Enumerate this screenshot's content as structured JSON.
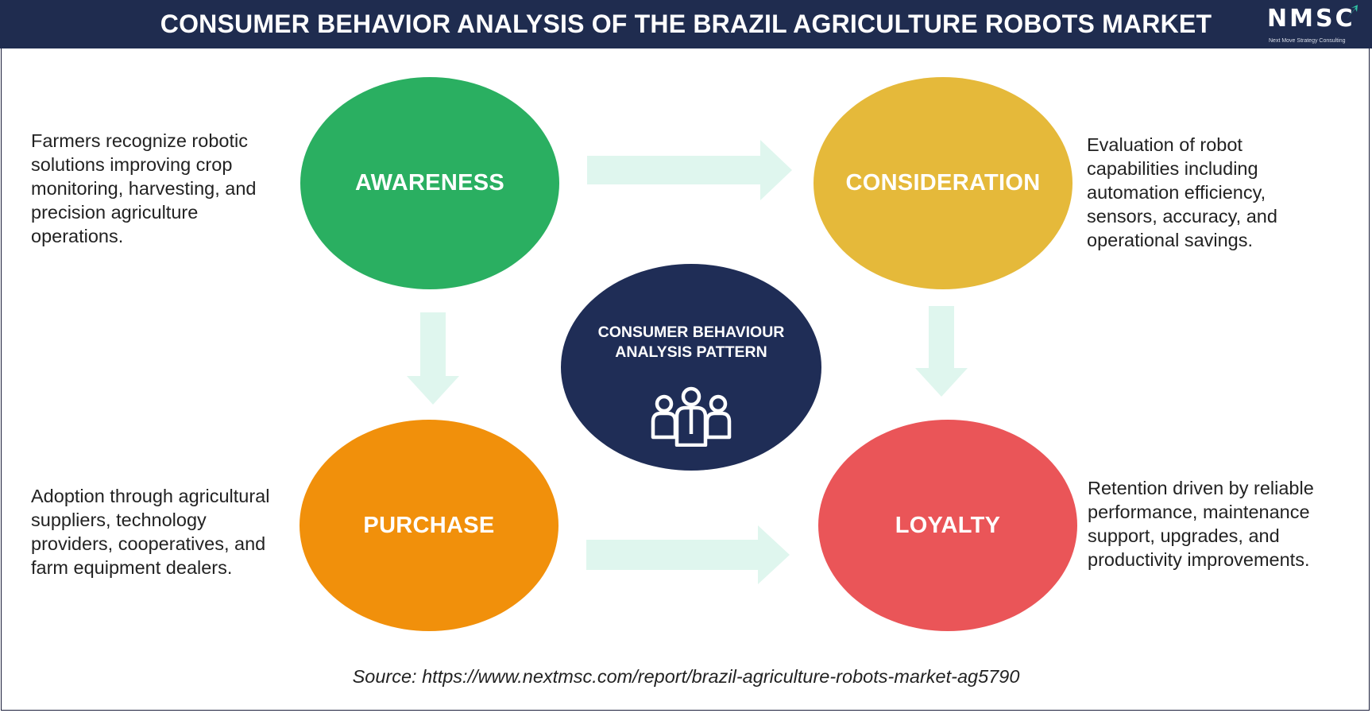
{
  "header": {
    "title": "CONSUMER BEHAVIOR ANALYSIS OF THE BRAZIL AGRICULTURE ROBOTS MARKET",
    "logo_text": "NMSC",
    "logo_tagline": "Next Move Strategy Consulting"
  },
  "stages": {
    "awareness": {
      "label": "AWARENESS",
      "color": "#2aaf61",
      "description": [
        "Farmers recognize robotic",
        "solutions improving crop",
        "monitoring, harvesting, and",
        "precision agriculture",
        "operations."
      ]
    },
    "consideration": {
      "label": "CONSIDERATION",
      "color": "#e5b93a",
      "description": [
        "Evaluation of robot",
        "capabilities including",
        "automation efficiency,",
        "sensors, accuracy, and",
        "operational savings."
      ]
    },
    "purchase": {
      "label": "PURCHASE",
      "color": "#f1900b",
      "description": [
        "Adoption through agricultural",
        "suppliers, technology",
        "providers, cooperatives, and",
        "farm equipment dealers."
      ]
    },
    "loyalty": {
      "label": "LOYALTY",
      "color": "#ea5558",
      "description": [
        "Retention driven by reliable",
        "performance, maintenance",
        "support, upgrades, and",
        "productivity improvements."
      ]
    }
  },
  "center": {
    "title_lines": [
      "CONSUMER BEHAVIOUR",
      "ANALYSIS PATTERN"
    ],
    "icon": "people-group-icon",
    "color": "#1f2d56"
  },
  "colors": {
    "header_bg": "#1f2c4f",
    "arrow": "#dff6ee"
  },
  "source": "Source: https://www.nextmsc.com/report/brazil-agriculture-robots-market-ag5790"
}
